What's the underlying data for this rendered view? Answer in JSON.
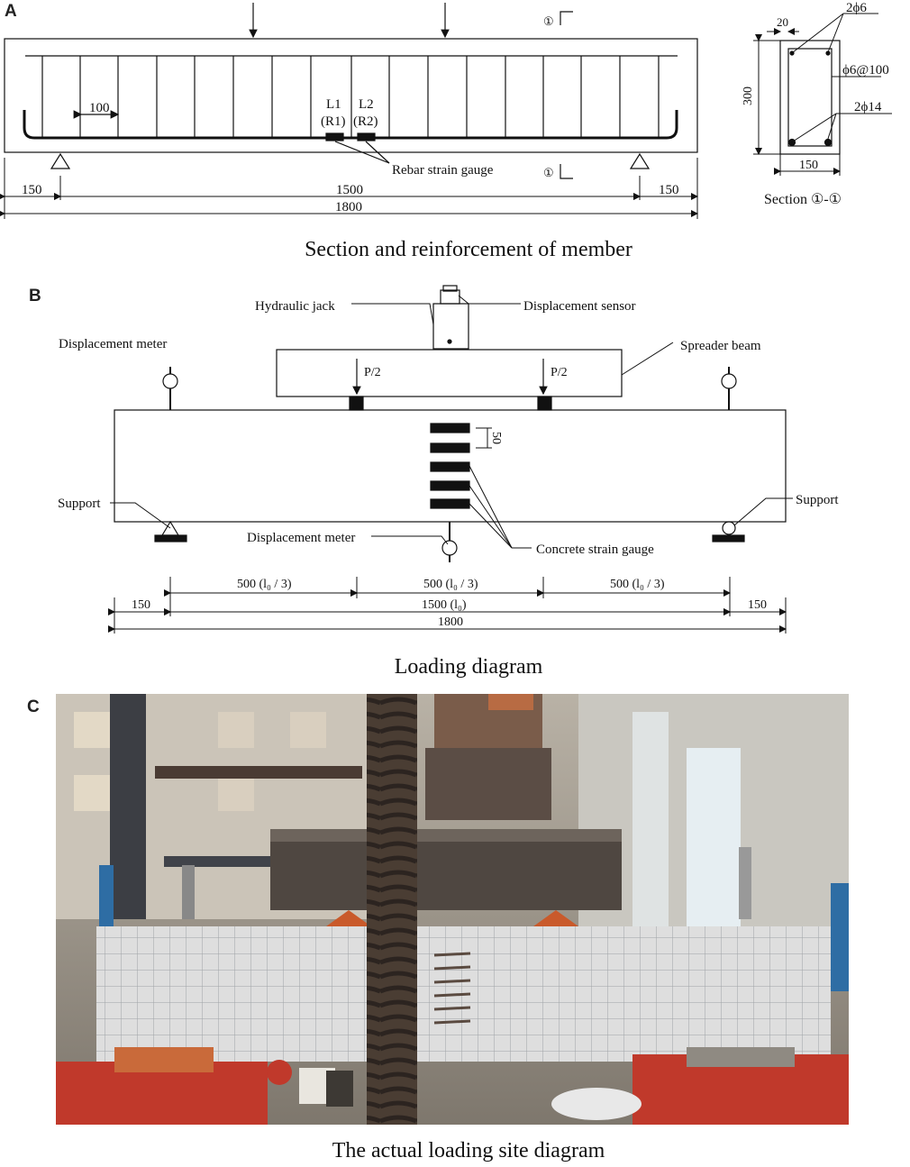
{
  "panels": {
    "a": {
      "letter": "A",
      "caption": "Section and reinforcement of member",
      "stirrup_spacing": "100",
      "gauge_left_line1": "L1",
      "gauge_left_line2": "(R1)",
      "gauge_right_line1": "L2",
      "gauge_right_line2": "(R2)",
      "rebar_gauge_label": "Rebar strain gauge",
      "section_mark": "①",
      "dims": {
        "left": "150",
        "middle": "1500",
        "right": "150",
        "total": "1800"
      },
      "section": {
        "top_bars": "2ϕ6",
        "cover": "20",
        "stirrups": "ϕ6@100",
        "bottom_bars": "2ϕ14",
        "height": "300",
        "width": "150",
        "title": "Section ①-①"
      }
    },
    "b": {
      "letter": "B",
      "caption": "Loading diagram",
      "hydraulic_jack": "Hydraulic jack",
      "displacement_sensor": "Displacement sensor",
      "displacement_meter_top": "Displacement meter",
      "spreader_beam": "Spreader beam",
      "load_left": "P/2",
      "load_right": "P/2",
      "gauge_spacing": "50",
      "support_left": "Support",
      "support_right": "Support",
      "displacement_meter_bottom": "Displacement meter",
      "concrete_gauge": "Concrete strain gauge",
      "dims": {
        "third_left": "500 (l₀ / 3)",
        "third_mid": "500 (l₀ / 3)",
        "third_right": "500 (l₀ / 3)",
        "left": "150",
        "span": "1500 (l₀)",
        "right": "150",
        "total": "1800"
      }
    },
    "c": {
      "letter": "C",
      "caption": "The actual loading site diagram"
    }
  },
  "colors": {
    "ink": "#111111",
    "photo_red": "#c0392b",
    "photo_blue": "#2e6da4",
    "beam_white": "#dedede"
  }
}
